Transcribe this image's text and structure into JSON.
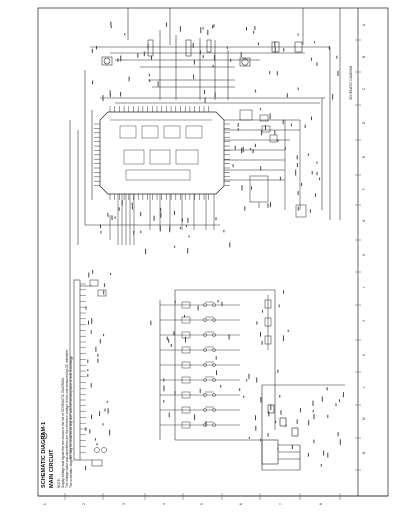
{
  "sheet": {
    "title": "SCHEMATIC DIAGRAM-1",
    "section_label": "A",
    "circuit_name": "MAIN CIRCUIT",
    "notes": [
      "NOTE:",
      "Supply voltage and signal line are shown in the list of SCHEMATIC DIAGRAM.",
      "The voltage value and waveforms are the reference voltage of this unit measured by DC voltmeter.",
      "The schematic diagram may be modified at any time with the development of new technology."
    ],
    "right_note": "SCHEMATIC DIAGRAM",
    "bottom_grid": [
      "1",
      "2",
      "3",
      "4",
      "5",
      "6",
      "7",
      "8"
    ],
    "right_grid": [
      "A",
      "B",
      "C",
      "D",
      "E",
      "F",
      "G",
      "H",
      "I",
      "J",
      "K",
      "L",
      "M",
      "N"
    ]
  },
  "colors": {
    "ink": "#1a1a1a",
    "paper": "#ffffff",
    "accent_ink": "#333333"
  }
}
